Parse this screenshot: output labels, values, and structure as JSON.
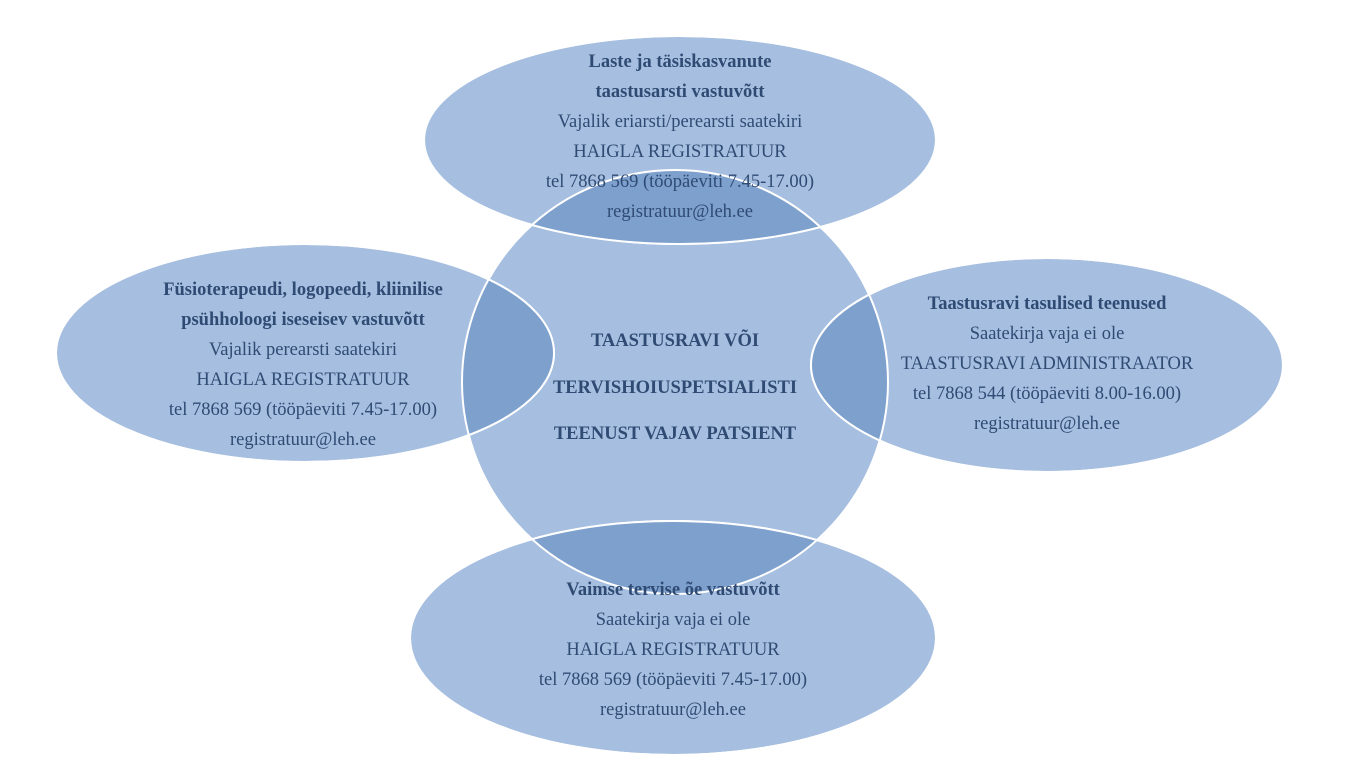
{
  "colors": {
    "fill": "#a6bedf",
    "overlap": "#7ea0cd",
    "stroke": "#ffffff",
    "text": "#2f4b74"
  },
  "center": {
    "lines": [
      "TAASTUSRAVI VÕI",
      "TERVISHOIUSPETSIALISTI",
      "TEENUST VAJAV PATSIENT"
    ]
  },
  "nodes": {
    "top": {
      "title_lines": [
        "Laste ja täsiskasvanute",
        "taastusarsti vastuvõtt"
      ],
      "lines": [
        "Vajalik eriarsti/perearsti saatekiri",
        "HAIGLA REGISTRATUUR",
        "tel 7868 569 (tööpäeviti 7.45-17.00)",
        "registratuur@leh.ee"
      ]
    },
    "left": {
      "title_lines": [
        "Füsioterapeudi, logopeedi, kliinilise",
        "psühholoogi iseseisev vastuvõtt"
      ],
      "lines": [
        "Vajalik perearsti saatekiri",
        "HAIGLA REGISTRATUUR",
        "tel 7868 569 (tööpäeviti 7.45-17.00)",
        "registratuur@leh.ee"
      ]
    },
    "right": {
      "title_lines": [
        "Taastusravi tasulised teenused"
      ],
      "lines": [
        "Saatekirja vaja ei ole",
        "TAASTUSRAVI ADMINISTRAATOR",
        "tel 7868 544 (tööpäeviti 8.00-16.00)",
        "registratuur@leh.ee"
      ]
    },
    "bottom": {
      "title_lines": [
        "Vaimse  tervise õe vastuvõtt"
      ],
      "lines": [
        "Saatekirja vaja ei ole",
        "HAIGLA REGISTRATUUR",
        "tel 7868 569 (tööpäeviti 7.45-17.00)",
        "registratuur@leh.ee"
      ]
    }
  }
}
